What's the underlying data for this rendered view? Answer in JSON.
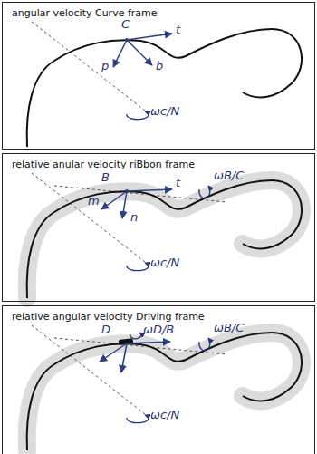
{
  "diagram": {
    "nodes": [
      {
        "text": [
          "angular velocity Curve frame"
        ]
      },
      {
        "text": [
          "relative anular velocity riBbon frame"
        ]
      },
      {
        "text": [
          "relative angular velocity Driving frame"
        ]
      }
    ],
    "labels": [
      "C",
      "t",
      "p",
      "b",
      "ωc/N",
      "B",
      "m",
      "n",
      "t",
      "ωB/C",
      "ωc/N",
      "D",
      "ωD/B",
      "ωB/C",
      "ωc/N"
    ]
  }
}
